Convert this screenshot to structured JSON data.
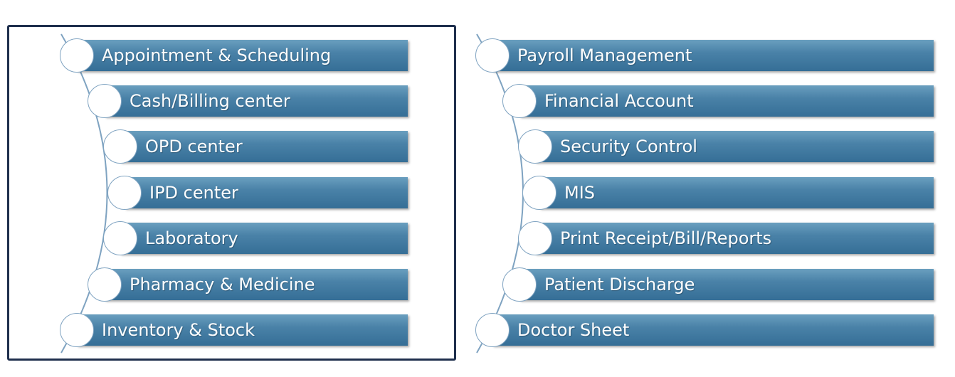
{
  "left_group": {
    "items": [
      {
        "label": "Appointment & Scheduling"
      },
      {
        "label": "Cash/Billing center"
      },
      {
        "label": "OPD center"
      },
      {
        "label": "IPD center"
      },
      {
        "label": "Laboratory"
      },
      {
        "label": "Pharmacy & Medicine"
      },
      {
        "label": "Inventory & Stock"
      }
    ]
  },
  "right_group": {
    "items": [
      {
        "label": "Payroll Management"
      },
      {
        "label": "Financial Account"
      },
      {
        "label": "Security Control"
      },
      {
        "label": "MIS"
      },
      {
        "label": "Print Receipt/Bill/Reports"
      },
      {
        "label": "Patient Discharge"
      },
      {
        "label": "Doctor Sheet"
      }
    ]
  },
  "colors": {
    "bar": "#4a82a8",
    "frame": "#1f2f4d",
    "circle_border": "#7fa3c1"
  }
}
